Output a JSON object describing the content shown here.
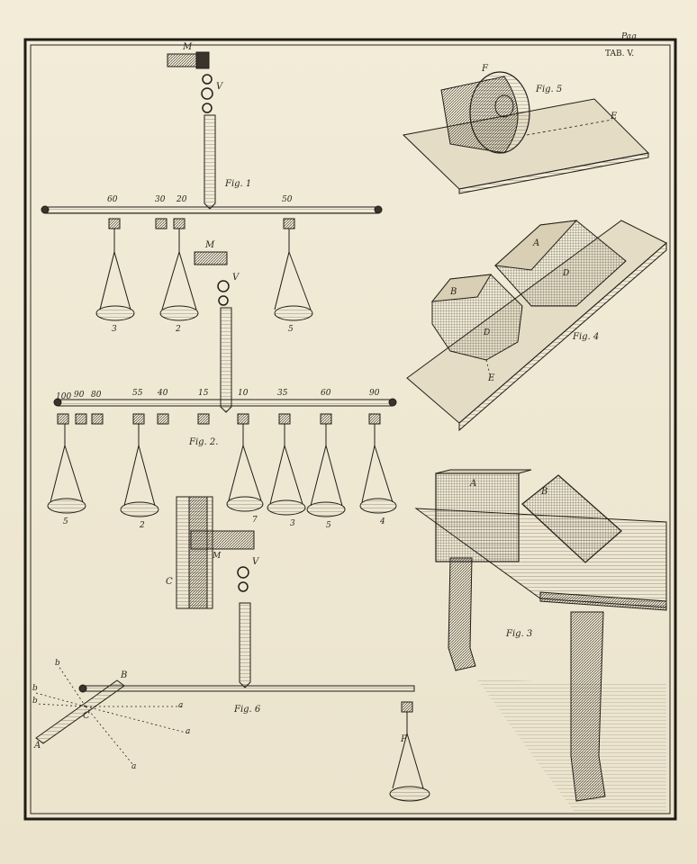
{
  "header": {
    "page": "Pag",
    "plate": "TAB. V."
  },
  "figures": {
    "fig1": {
      "label": "Fig. 1",
      "marks": [
        "60",
        "30",
        "20",
        "50"
      ],
      "pan_numbers": [
        "3",
        "2",
        "5"
      ]
    },
    "fig2": {
      "label": "Fig. 2.",
      "marks": [
        "100",
        "90",
        "80",
        "55",
        "40",
        "15",
        "10",
        "35",
        "60",
        "90"
      ],
      "pan_numbers": [
        "5",
        "2",
        "7",
        "3",
        "5",
        "4"
      ]
    },
    "fig3": {
      "label": "Fig. 3",
      "block_a": "A",
      "block_b": "B"
    },
    "fig4": {
      "label": "Fig. 4",
      "block_a": "A",
      "block_b": "B",
      "point_d1": "D",
      "point_d2": "D",
      "point_e": "E"
    },
    "fig5": {
      "label": "Fig. 5",
      "point_f": "F",
      "point_e": "E"
    },
    "fig6": {
      "label": "Fig. 6",
      "point_p": "P",
      "point_c": "C",
      "point_m": "M",
      "point_v": "V"
    },
    "letters": {
      "m": "M",
      "v": "V",
      "a": "a",
      "b": "b",
      "A": "A",
      "B": "B",
      "C": "C"
    }
  }
}
